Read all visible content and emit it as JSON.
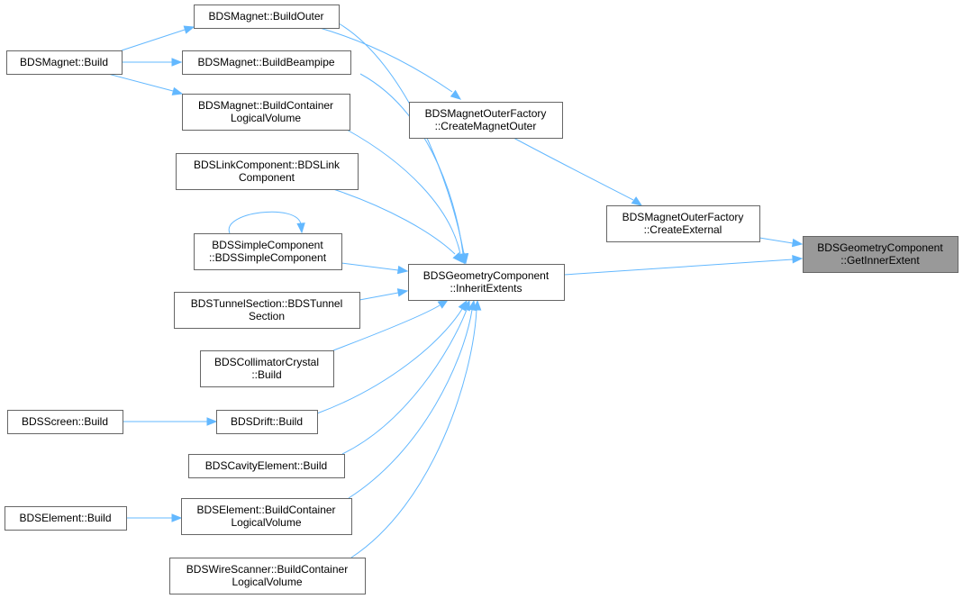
{
  "diagram": {
    "type": "call-graph",
    "direction": "right-to-left",
    "colors": {
      "edge": "#63b8ff",
      "node_border": "#666666",
      "node_fill": "#ffffff",
      "focus_fill": "#999999"
    },
    "nodes": [
      {
        "id": "get_inner_extent",
        "lines": [
          "BDSGeometryComponent",
          "::GetInnerExtent"
        ],
        "focus": true
      },
      {
        "id": "create_external",
        "lines": [
          "BDSMagnetOuterFactory",
          "::CreateExternal"
        ]
      },
      {
        "id": "inherit_extents",
        "lines": [
          "BDSGeometryComponent",
          "::InheritExtents"
        ]
      },
      {
        "id": "create_magnet_outer",
        "lines": [
          "BDSMagnetOuterFactory",
          "::CreateMagnetOuter"
        ]
      },
      {
        "id": "build_outer",
        "lines": [
          "BDSMagnet::BuildOuter"
        ]
      },
      {
        "id": "build_beampipe",
        "lines": [
          "BDSMagnet::BuildBeampipe"
        ]
      },
      {
        "id": "build_container_lv",
        "lines": [
          "BDSMagnet::BuildContainer",
          "LogicalVolume"
        ]
      },
      {
        "id": "magnet_build",
        "lines": [
          "BDSMagnet::Build"
        ]
      },
      {
        "id": "link_component",
        "lines": [
          "BDSLinkComponent::BDSLink",
          "Component"
        ]
      },
      {
        "id": "simple_component",
        "lines": [
          "BDSSimpleComponent",
          "::BDSSimpleComponent"
        ]
      },
      {
        "id": "tunnel_section",
        "lines": [
          "BDSTunnelSection::BDSTunnel",
          "Section"
        ]
      },
      {
        "id": "collimator_crystal",
        "lines": [
          "BDSCollimatorCrystal",
          "::Build"
        ]
      },
      {
        "id": "drift_build",
        "lines": [
          "BDSDrift::Build"
        ]
      },
      {
        "id": "screen_build",
        "lines": [
          "BDSScreen::Build"
        ]
      },
      {
        "id": "cavity_build",
        "lines": [
          "BDSCavityElement::Build"
        ]
      },
      {
        "id": "element_container_lv",
        "lines": [
          "BDSElement::BuildContainer",
          "LogicalVolume"
        ]
      },
      {
        "id": "element_build",
        "lines": [
          "BDSElement::Build"
        ]
      },
      {
        "id": "wirescanner_container_lv",
        "lines": [
          "BDSWireScanner::BuildContainer",
          "LogicalVolume"
        ]
      }
    ],
    "edges": [
      {
        "from": "create_external",
        "to": "get_inner_extent"
      },
      {
        "from": "inherit_extents",
        "to": "get_inner_extent"
      },
      {
        "from": "create_magnet_outer",
        "to": "create_external"
      },
      {
        "from": "build_outer",
        "to": "create_magnet_outer"
      },
      {
        "from": "build_outer",
        "to": "inherit_extents"
      },
      {
        "from": "build_beampipe",
        "to": "inherit_extents"
      },
      {
        "from": "build_container_lv",
        "to": "inherit_extents"
      },
      {
        "from": "link_component",
        "to": "inherit_extents"
      },
      {
        "from": "simple_component",
        "to": "inherit_extents"
      },
      {
        "from": "simple_component",
        "to": "simple_component"
      },
      {
        "from": "tunnel_section",
        "to": "inherit_extents"
      },
      {
        "from": "collimator_crystal",
        "to": "inherit_extents"
      },
      {
        "from": "drift_build",
        "to": "inherit_extents"
      },
      {
        "from": "cavity_build",
        "to": "inherit_extents"
      },
      {
        "from": "element_container_lv",
        "to": "inherit_extents"
      },
      {
        "from": "wirescanner_container_lv",
        "to": "inherit_extents"
      },
      {
        "from": "magnet_build",
        "to": "build_outer"
      },
      {
        "from": "magnet_build",
        "to": "build_beampipe"
      },
      {
        "from": "magnet_build",
        "to": "build_container_lv"
      },
      {
        "from": "screen_build",
        "to": "drift_build"
      },
      {
        "from": "element_build",
        "to": "element_container_lv"
      }
    ]
  }
}
